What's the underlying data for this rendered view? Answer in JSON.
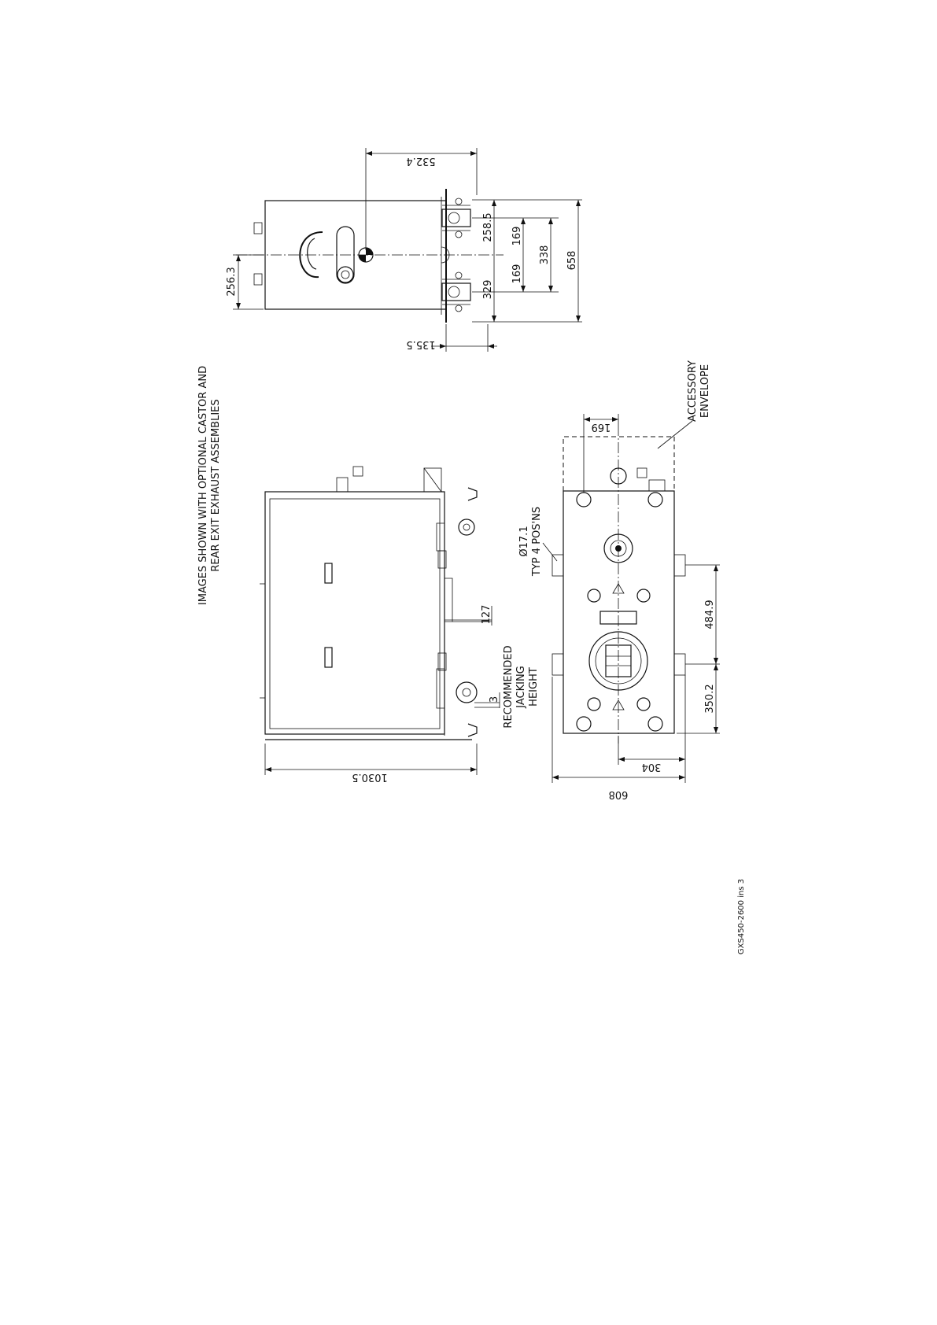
{
  "notes": {
    "images_line1": "IMAGES SHOWN WITH OPTIONAL CASTOR AND",
    "images_line2": "REAR EXIT EXHAUST ASSEMBLIES",
    "hole_line1": "Ø17.1",
    "hole_line2": "TYP 4 POS'NS",
    "jack_line1": "RECOMMENDED",
    "jack_line2": "JACKING",
    "jack_line3": "HEIGHT",
    "accessory_line1": "ACCESSORY",
    "accessory_line2": "ENVELOPE"
  },
  "dimensions": {
    "top_532_4": "532.4",
    "top_256_3": "256.3",
    "top_258_5": "258.5",
    "top_169_a": "169",
    "top_169_b": "169",
    "top_338": "338",
    "top_658": "658",
    "top_329": "329",
    "top_135_5": "135.5",
    "side_1030_5": "1030.5",
    "side_127": "127",
    "side_3": "3",
    "end_169": "169",
    "end_484_9": "484.9",
    "end_350_2": "350.2",
    "end_304": "304",
    "end_608": "608"
  },
  "drawing_ref": "GXS450-2600 ins 3"
}
